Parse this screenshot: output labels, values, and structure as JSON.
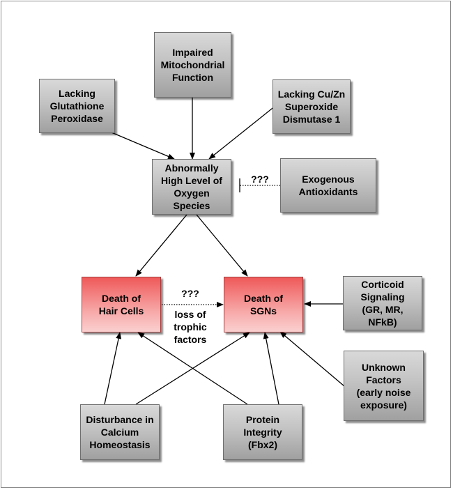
{
  "nodes": {
    "impaired_mitochondrial": "Impaired\nMitochondrial\nFunction",
    "lacking_glutathione": "Lacking\nGlutathione\nPeroxidase",
    "lacking_sod1": "Lacking Cu/Zn\nSuperoxide\nDismutase 1",
    "high_oxygen_species": "Abnormally\nHigh Level of\nOxygen\nSpecies",
    "exogenous_antioxidants": "Exogenous\nAntioxidants",
    "death_hair_cells": "Death of\nHair Cells",
    "death_sgns": "Death of\nSGNs",
    "corticoid_signaling": "Corticoid\nSignaling\n(GR, MR,\nNFkB)",
    "unknown_factors": "Unknown\nFactors\n(early noise\nexposure)",
    "calcium_homeostasis": "Disturbance in\nCalcium\nHomeostasis",
    "protein_integrity": "Protein\nIntegrity\n(Fbx2)"
  },
  "labels": {
    "antioxidant_unknown": "???",
    "trophic_unknown": "???",
    "trophic_factors": "loss of\ntrophic\nfactors"
  },
  "colors": {
    "gray_box": "#b5b5b5",
    "red_box": "#ef5959",
    "arrow": "#000000"
  }
}
